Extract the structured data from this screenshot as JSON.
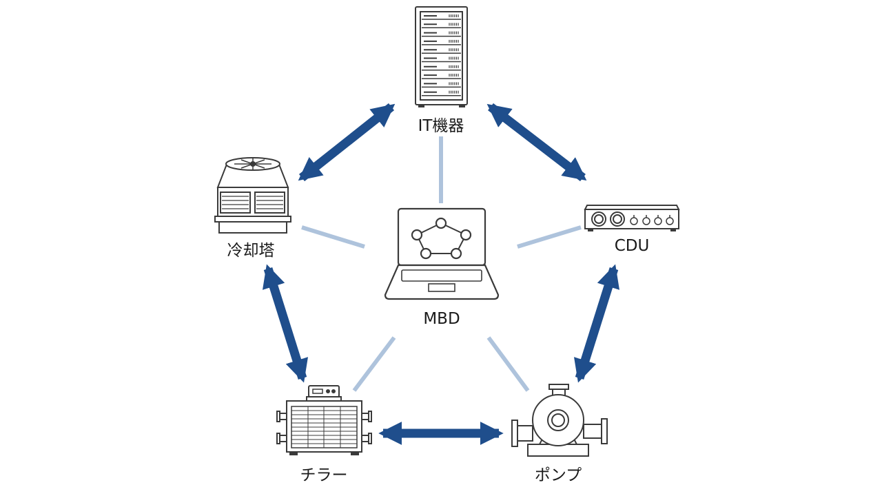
{
  "nodes": {
    "it": {
      "label": "IT機器",
      "icon": "server-rack-icon"
    },
    "cdu": {
      "label": "CDU",
      "icon": "cdu-unit-icon"
    },
    "pump": {
      "label": "ポンプ",
      "icon": "pump-icon"
    },
    "chiller": {
      "label": "チラー",
      "icon": "chiller-icon"
    },
    "tower": {
      "label": "冷却塔",
      "icon": "cooling-tower-icon"
    },
    "center": {
      "label": "MBD",
      "icon": "laptop-model-icon"
    }
  },
  "connections": {
    "cycle": [
      "it-cdu",
      "cdu-pump",
      "pump-chiller",
      "chiller-tower",
      "tower-it"
    ],
    "spokes": [
      "center-it",
      "center-cdu",
      "center-pump",
      "center-chiller",
      "center-tower"
    ]
  },
  "colors": {
    "arrow": "#1f4e8c",
    "spoke": "#aec3dc",
    "icon_stroke": "#3a3a3a",
    "label": "#1a1a1a"
  }
}
